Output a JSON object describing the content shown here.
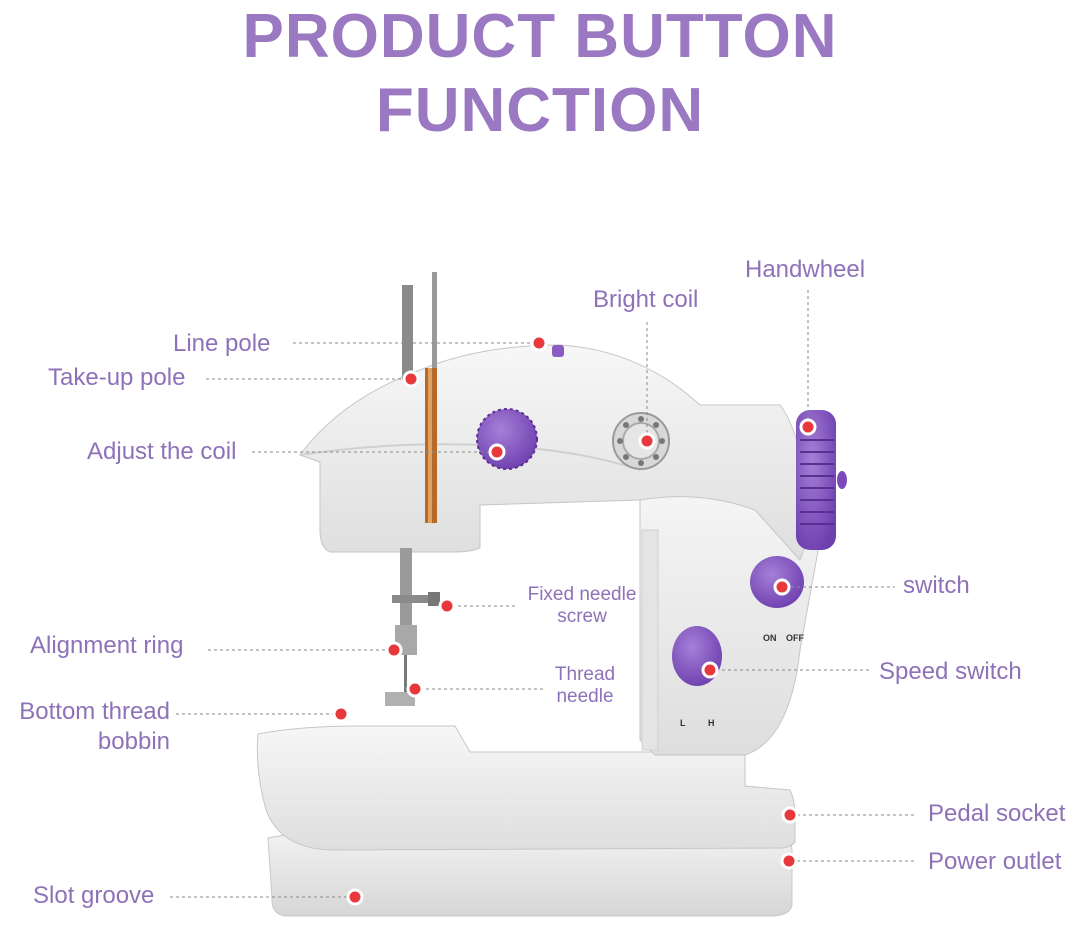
{
  "title": {
    "line1": "PRODUCT BUTTON",
    "line2": "FUNCTION"
  },
  "colors": {
    "accent": "#9a78c2",
    "label": "#8e72b8",
    "dot": "#e8383c",
    "knob": "#8a5cc4",
    "body": "#ececec"
  },
  "labels": {
    "handwheel": "Handwheel",
    "bright_coil": "Bright coil",
    "line_pole": "Line pole",
    "take_up_pole": "Take-up pole",
    "adjust_coil": "Adjust the coil",
    "switch": "switch",
    "fixed_needle_screw": {
      "line1": "Fixed needle",
      "line2": "screw"
    },
    "alignment_ring": "Alignment ring",
    "thread_needle": {
      "line1": "Thread",
      "line2": "needle"
    },
    "speed_switch": "Speed switch",
    "bottom_bobbin": {
      "line1": "Bottom thread",
      "line2": "bobbin"
    },
    "pedal_socket": "Pedal socket",
    "power_outlet": "Power outlet",
    "slot_groove": "Slot groove"
  },
  "switch_marks": {
    "on": "ON",
    "off": "OFF",
    "low": "L",
    "high": "H"
  }
}
